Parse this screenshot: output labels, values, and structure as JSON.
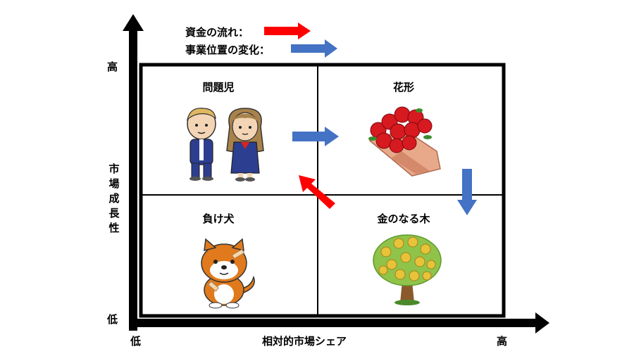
{
  "legend": {
    "money_flow_label": "資金の流れ：",
    "money_flow_color": "#ff0000",
    "position_change_label": "事業位置の変化：",
    "position_change_color": "#4472c4"
  },
  "axes": {
    "y_axis_label": "市場成長性",
    "x_axis_label": "相対的市場シェア",
    "y_high": "高",
    "y_low": "低",
    "x_low": "低",
    "x_high": "高"
  },
  "quadrants": {
    "top_left": {
      "title": "問題児",
      "image": "student-couple-illustration"
    },
    "top_right": {
      "title": "花形",
      "image": "rose-bouquet-illustration"
    },
    "bottom_left": {
      "title": "負け犬",
      "image": "injured-dog-illustration"
    },
    "bottom_right": {
      "title": "金のなる木",
      "image": "money-tree-illustration"
    }
  }
}
